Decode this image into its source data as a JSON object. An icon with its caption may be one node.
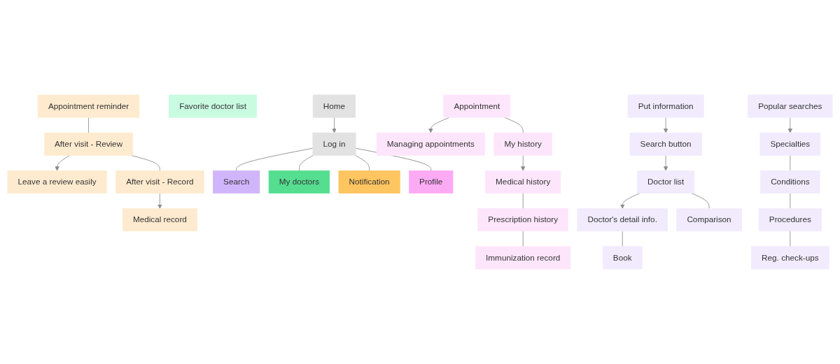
{
  "diagram": {
    "nodes": [
      {
        "text": [
          "Home"
        ]
      },
      {
        "text": [
          "Log in"
        ]
      },
      {
        "text": [
          "My doctors"
        ]
      },
      {
        "text": [
          "Favorite doctor list"
        ]
      },
      {
        "text": [
          "Notification"
        ]
      },
      {
        "text": [
          "Appointment reminder"
        ]
      },
      {
        "text": [
          "After visit - Review"
        ]
      },
      {
        "text": [
          "Leave a review easily"
        ]
      },
      {
        "text": [
          "After visit - Record"
        ]
      },
      {
        "text": [
          "Medical record"
        ]
      },
      {
        "text": [
          "Profile"
        ]
      },
      {
        "text": [
          "Appointment"
        ]
      },
      {
        "text": [
          "Managing appointments"
        ]
      },
      {
        "text": [
          "My history"
        ]
      },
      {
        "text": [
          "Medical history"
        ]
      },
      {
        "text": [
          "Prescription history"
        ]
      },
      {
        "text": [
          "Immunization record"
        ]
      },
      {
        "text": [
          "Search"
        ]
      },
      {
        "text": [
          "Put information"
        ]
      },
      {
        "text": [
          "Search button"
        ]
      },
      {
        "text": [
          "Doctor list"
        ]
      },
      {
        "text": [
          "Doctor's detail info."
        ]
      },
      {
        "text": [
          "Book"
        ]
      },
      {
        "text": [
          "Comparison"
        ]
      },
      {
        "text": [
          "Popular searches"
        ]
      },
      {
        "text": [
          "Specialties"
        ]
      },
      {
        "text": [
          "Conditions"
        ]
      },
      {
        "text": [
          "Procedures"
        ]
      },
      {
        "text": [
          "Reg. check-ups"
        ]
      }
    ],
    "edges": [
      {
        "from": 0,
        "to": 1,
        "arrow": "to"
      },
      {
        "from": 1,
        "to": 17,
        "arrow": "none"
      },
      {
        "from": 1,
        "to": 2,
        "arrow": "none"
      },
      {
        "from": 1,
        "to": 4,
        "arrow": "none"
      },
      {
        "from": 1,
        "to": 10,
        "arrow": "none"
      },
      {
        "from": 5,
        "to": 6,
        "arrow": "none"
      },
      {
        "from": 6,
        "to": 7,
        "arrow": "to"
      },
      {
        "from": 6,
        "to": 8,
        "arrow": "none"
      },
      {
        "from": 8,
        "to": 9,
        "arrow": "to"
      },
      {
        "from": 11,
        "to": 12,
        "arrow": "to"
      },
      {
        "from": 11,
        "to": 13,
        "arrow": "none"
      },
      {
        "from": 13,
        "to": 14,
        "arrow": "to"
      },
      {
        "from": 14,
        "to": 15,
        "arrow": "none"
      },
      {
        "from": 15,
        "to": 16,
        "arrow": "none"
      },
      {
        "from": 18,
        "to": 19,
        "arrow": "to"
      },
      {
        "from": 19,
        "to": 20,
        "arrow": "to"
      },
      {
        "from": 20,
        "to": 21,
        "arrow": "to"
      },
      {
        "from": 21,
        "to": 22,
        "arrow": "none"
      },
      {
        "from": 20,
        "to": 23,
        "arrow": "none"
      },
      {
        "from": 24,
        "to": 25,
        "arrow": "to"
      },
      {
        "from": 25,
        "to": 26,
        "arrow": "none"
      },
      {
        "from": 26,
        "to": 27,
        "arrow": "none"
      },
      {
        "from": 27,
        "to": 28,
        "arrow": "none"
      }
    ]
  }
}
